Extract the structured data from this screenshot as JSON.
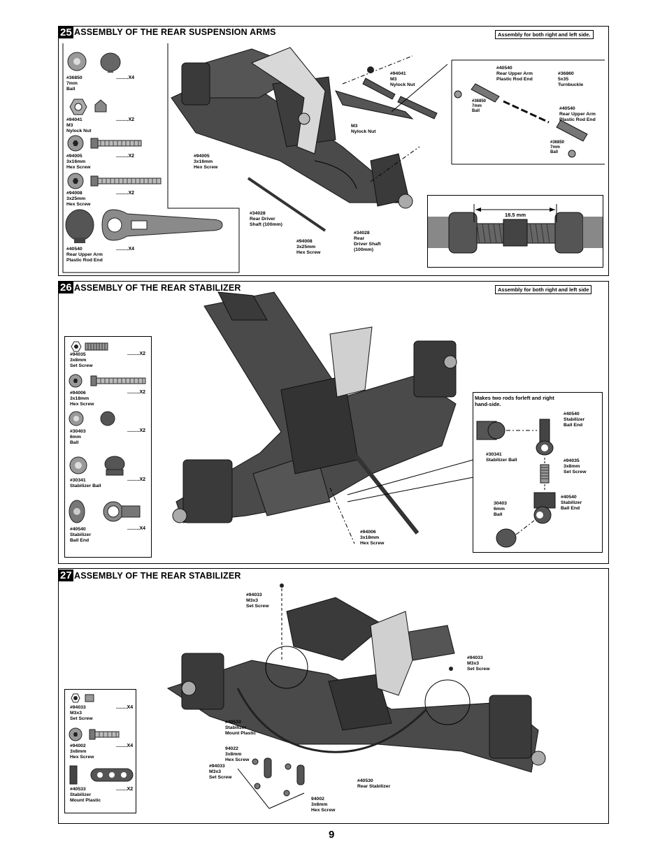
{
  "page_number": "9",
  "steps": [
    {
      "number": "25",
      "title": "ASSEMBLY OF THE REAR SUSPENSION ARMS",
      "note": "Assembly for both right and left side.",
      "parts": [
        {
          "code": "#36850",
          "name": "7mm\nBall",
          "qty": ".........X4",
          "icon": "ball-icon"
        },
        {
          "code": "#94041",
          "name": "M3\nNylock Nut",
          "qty": ".........X2",
          "icon": "nylock-nut-icon"
        },
        {
          "code": "#94005",
          "name": "3x16mm\nHex Screw",
          "qty": ".........X2",
          "icon": "hex-screw-icon"
        },
        {
          "code": "#94008",
          "name": "3x25mm\nHex Screw",
          "qty": ".........X2",
          "icon": "hex-screw-icon"
        },
        {
          "code": "#40540",
          "name": "Rear Upper Arm\nPlastic Rod End",
          "qty": ".........X4",
          "icon": "rod-end-icon"
        }
      ],
      "callouts": [
        {
          "text": "#94041\nM3\nNylock Nut"
        },
        {
          "text": "M3\nNylock Nut"
        },
        {
          "text": "#94005\n3x16mm\nHex Screw"
        },
        {
          "text": "#34028\nRear Driver\nShaft (100mm)"
        },
        {
          "text": "#94008\n3x25mm\nHex Screw"
        },
        {
          "text": "#34028\nRear\nDriver Shaft\n(100mm)"
        }
      ],
      "detail": [
        {
          "text": "#40540\nRear Upper Arm\nPlastic Rod End"
        },
        {
          "text": "#36860\n5x35\nTurnbuckle"
        },
        {
          "text": "#36850\n7mm\nBall"
        },
        {
          "text": "#40540\nRear Upper Arm\nPlastic Rod End"
        },
        {
          "text": "#36850\n7mm\nBall"
        }
      ],
      "measure": "18.5 mm"
    },
    {
      "number": "26",
      "title": "ASSEMBLY OF THE REAR STABILIZER",
      "note": "Assembly for both right and left side",
      "parts": [
        {
          "code": "#94035",
          "name": "3x8mm\nSet Screw",
          "qty": ".........X2",
          "icon": "set-screw-icon"
        },
        {
          "code": "#94006",
          "name": "3x18mm\nHex Screw",
          "qty": ".........X2",
          "icon": "hex-screw-icon"
        },
        {
          "code": "#30403",
          "name": "6mm\nBall",
          "qty": ".........X2",
          "icon": "ball-icon"
        },
        {
          "code": "#30341",
          "name": "Stabilizer Ball",
          "qty": ".........X2",
          "icon": "stabilizer-ball-icon"
        },
        {
          "code": "#40540",
          "name": "Stabilizer\nBall End",
          "qty": ".........X4",
          "icon": "ball-end-icon"
        }
      ],
      "callouts": [
        {
          "text": "#94006\n3x18mm\nHex Screw"
        }
      ],
      "inset_title": "Makes two rods forleft and right\nhand-side.",
      "inset": [
        {
          "text": "#40540\nStabilizer\nBall End"
        },
        {
          "text": "#30341\nStabilizer Ball"
        },
        {
          "text": "#94035\n3x8mm\nSet Screw"
        },
        {
          "text": "#40540\nStabilizer\nBall End"
        },
        {
          "text": "30403\n6mm\nBall"
        }
      ]
    },
    {
      "number": "27",
      "title": "ASSEMBLY OF THE REAR STABILIZER",
      "parts": [
        {
          "code": "#94033",
          "name": "M3x3\nSet Screw",
          "qty": "........X4",
          "icon": "set-screw-icon"
        },
        {
          "code": "#94002",
          "name": "3x8mm\nHex Screw",
          "qty": "........X4",
          "icon": "hex-screw-icon"
        },
        {
          "code": "#40533",
          "name": "Stabilizer\nMount Plastic",
          "qty": "........X2",
          "icon": "mount-plastic-icon"
        }
      ],
      "callouts": [
        {
          "text": "#94033\nM3x3\nSet Screw"
        },
        {
          "text": "#94033\nM3x3\nSet Screw"
        },
        {
          "text": "#40533\nStabilizer\nMount Plastic"
        },
        {
          "text": "94022\n3x8mm\nHex Screw"
        },
        {
          "text": "#94033\nM3x3\nSet Screw"
        },
        {
          "text": "#40530\nRear Stabilizer"
        },
        {
          "text": "94002\n3x8mm\nHex Screw"
        }
      ]
    }
  ]
}
